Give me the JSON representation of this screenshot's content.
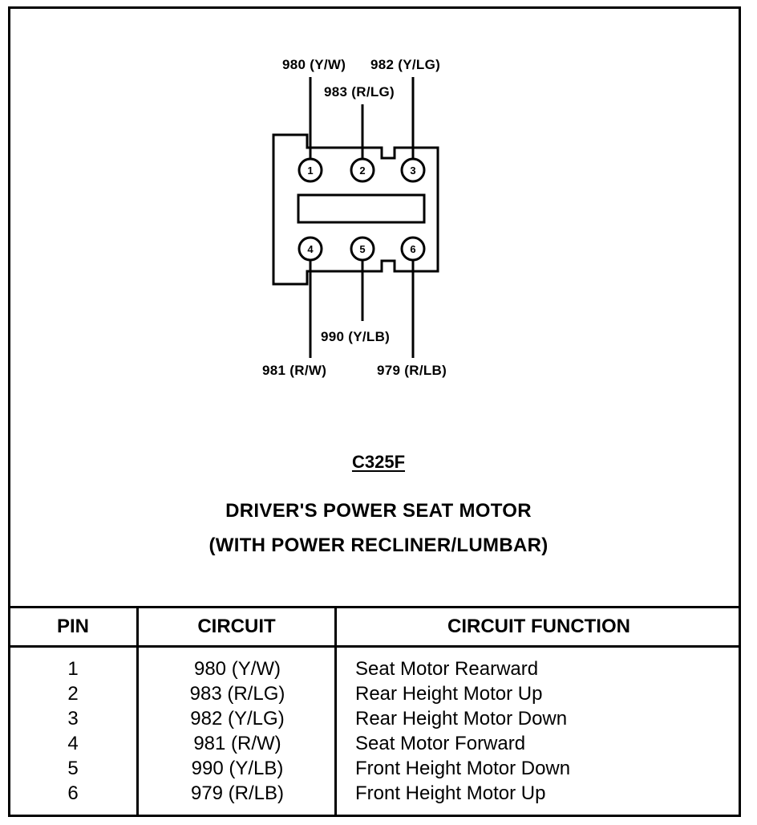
{
  "connector": {
    "id": "C325F",
    "title_line1": "DRIVER'S POWER SEAT MOTOR",
    "title_line2": "(WITH POWER RECLINER/LUMBAR)",
    "pins_top": [
      "1",
      "2",
      "3"
    ],
    "pins_bottom": [
      "4",
      "5",
      "6"
    ],
    "wire_labels": {
      "pin1": "980 (Y/W)",
      "pin2": "983 (R/LG)",
      "pin3": "982 (Y/LG)",
      "pin4": "981 (R/W)",
      "pin5": "990 (Y/LB)",
      "pin6": "979 (R/LB)"
    }
  },
  "table": {
    "headers": {
      "pin": "PIN",
      "circuit": "CIRCUIT",
      "function": "CIRCUIT FUNCTION"
    },
    "rows": [
      {
        "pin": "1",
        "circuit": "980 (Y/W)",
        "function": "Seat Motor Rearward"
      },
      {
        "pin": "2",
        "circuit": "983 (R/LG)",
        "function": "Rear Height Motor Up"
      },
      {
        "pin": "3",
        "circuit": "982 (Y/LG)",
        "function": "Rear Height Motor Down"
      },
      {
        "pin": "4",
        "circuit": "981 (R/W)",
        "function": "Seat Motor Forward"
      },
      {
        "pin": "5",
        "circuit": "990 (Y/LB)",
        "function": "Front Height Motor Down"
      },
      {
        "pin": "6",
        "circuit": "979 (R/LB)",
        "function": "Front Height Motor Up"
      }
    ]
  }
}
